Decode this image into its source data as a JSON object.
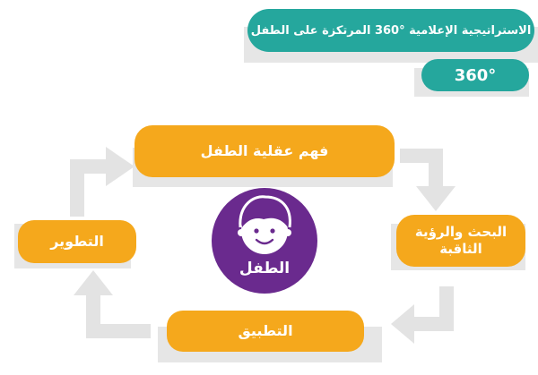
{
  "header": {
    "title": "الاستراتيجية الإعلامية °360 المرتكزة على الطفل",
    "badge": "360°"
  },
  "steps": [
    {
      "label": "فهم عقلية الطفل"
    },
    {
      "label": "البحث والرؤية الثاقبة"
    },
    {
      "label": "التطبيق"
    },
    {
      "label": "التطوير"
    }
  ],
  "center": {
    "label": "الطفل",
    "icon": "child-face-icon"
  },
  "colors": {
    "teal": "#25a79d",
    "orange": "#f5a81c",
    "purple": "#6a2a8e",
    "arrow_gray": "#e3e3e3",
    "shadow_gray": "#e6e6e6"
  }
}
